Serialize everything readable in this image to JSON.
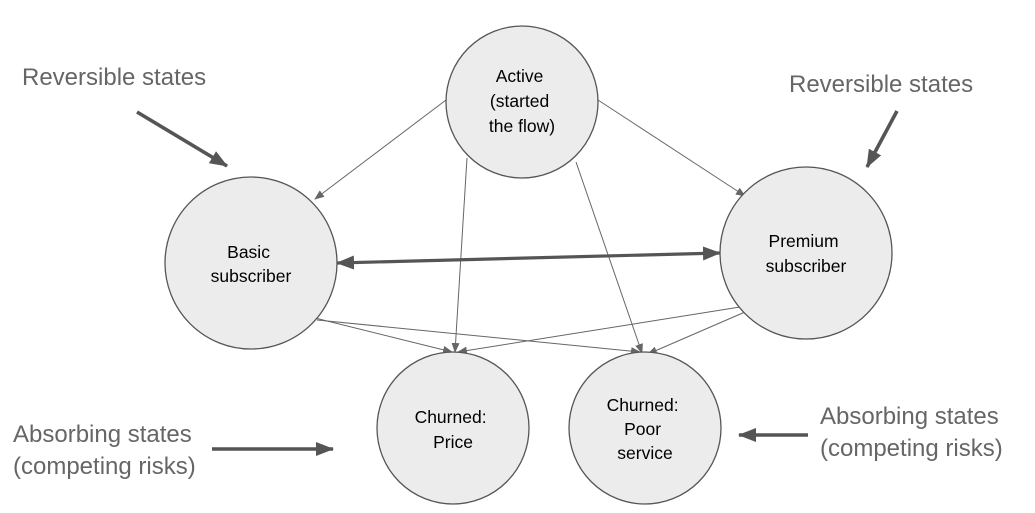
{
  "nodes": {
    "active": {
      "lines": [
        "Active",
        "(started",
        "the flow)"
      ]
    },
    "basic": {
      "lines": [
        "Basic",
        "subscriber"
      ]
    },
    "premium": {
      "lines": [
        "Premium",
        "subscriber"
      ]
    },
    "price": {
      "lines": [
        "Churned:",
        "Price"
      ]
    },
    "poor": {
      "lines": [
        "Churned:",
        "Poor",
        "service"
      ]
    }
  },
  "annotations": {
    "reversible_left": {
      "lines": [
        "Reversible states"
      ]
    },
    "reversible_right": {
      "lines": [
        "Reversible states"
      ]
    },
    "absorbing_left": {
      "lines": [
        "Absorbing states",
        "(competing risks)"
      ]
    },
    "absorbing_right": {
      "lines": [
        "Absorbing states",
        "(competing risks)"
      ]
    }
  },
  "colors": {
    "node_fill": "#ececec",
    "node_stroke": "#555555",
    "annotation_text": "#666666",
    "edge": "#666666"
  }
}
